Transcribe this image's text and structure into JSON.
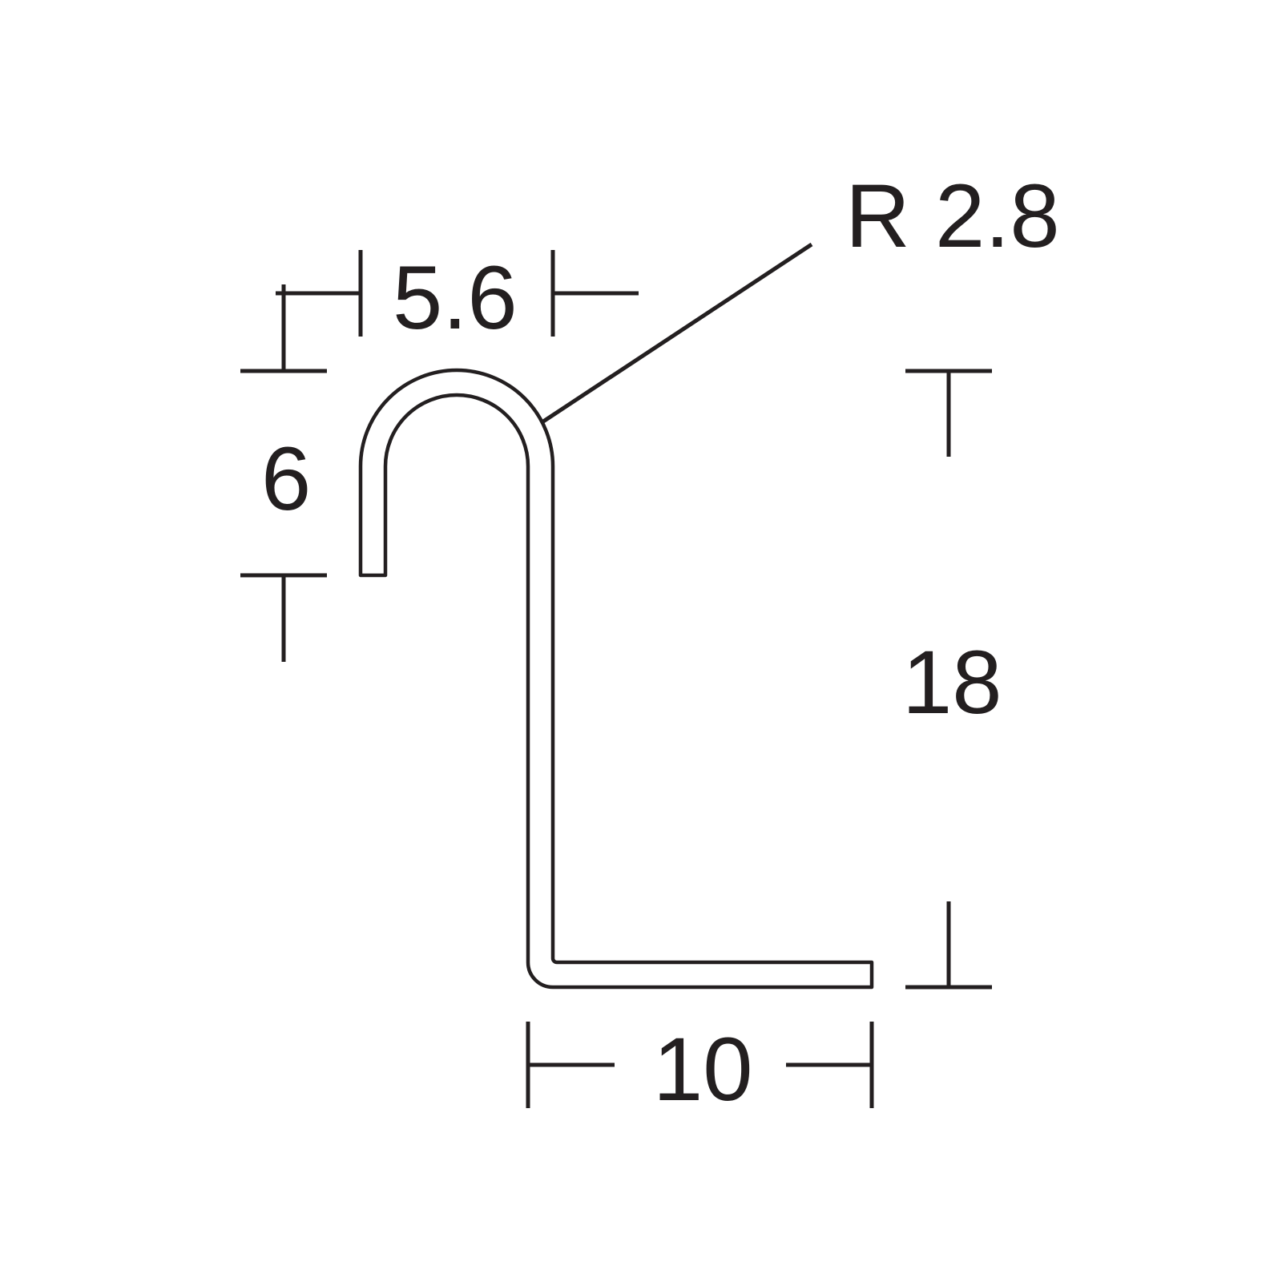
{
  "diagram": {
    "type": "profile-cross-section",
    "stroke_color": "#231f20",
    "background": "#ffffff",
    "dimensions": {
      "top_width": "5.6",
      "hook_height": "6",
      "radius": "R 2.8",
      "total_height": "18",
      "bottom_flange": "10"
    }
  }
}
